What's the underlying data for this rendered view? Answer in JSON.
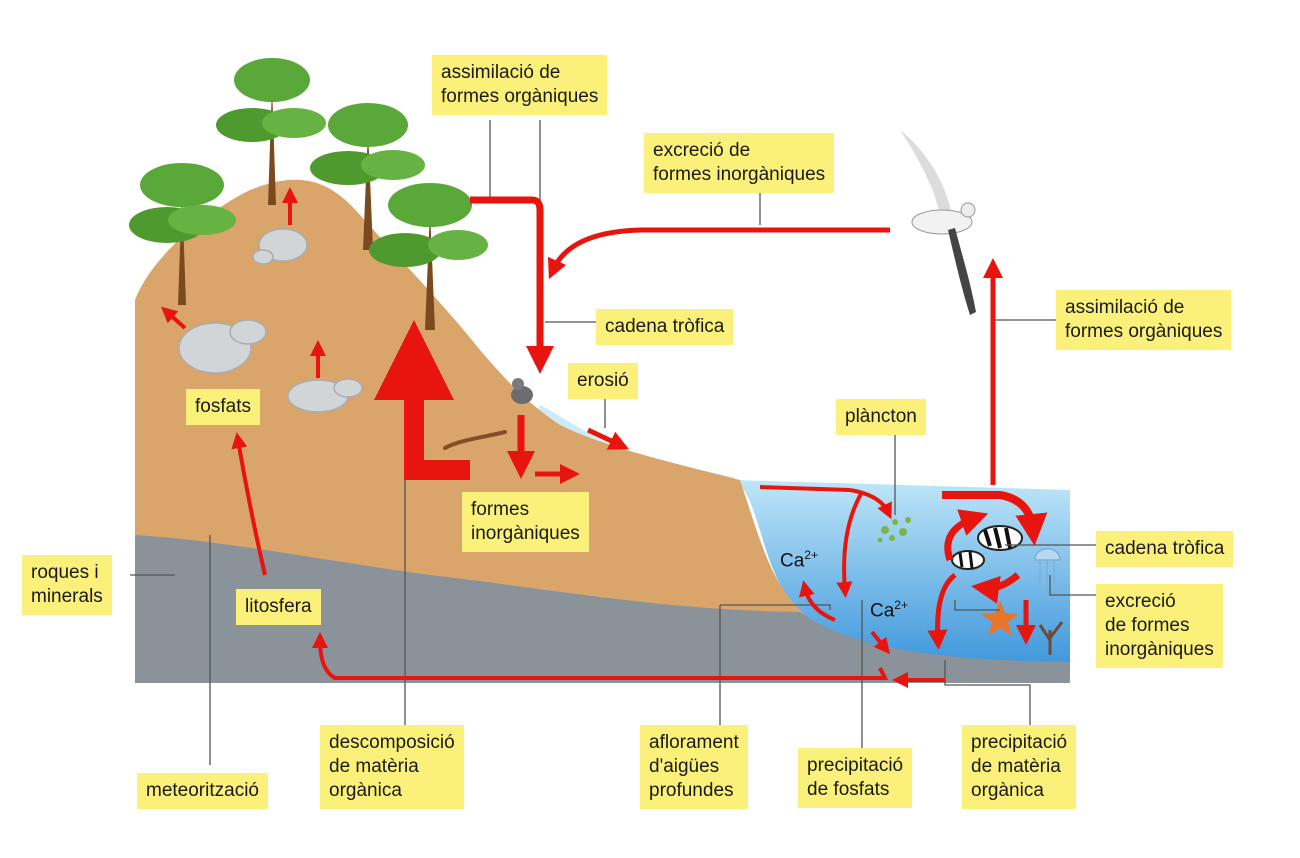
{
  "labels": {
    "assim_top": "assimilació de\nformes orgàniques",
    "excretion_top": "excreció de\nformes inorgàniques",
    "trophic_chain_land": "cadena tròfica",
    "erosion": "erosió",
    "plankton": "plàncton",
    "assim_right": "assimilació de\nformes orgàniques",
    "phosphates": "fosfats",
    "inorganic_forms": "formes\ninorgàniques",
    "trophic_chain_sea": "cadena tròfica",
    "rocks_minerals": "roques i\nminerals",
    "lithosphere": "litosfera",
    "excretion_right": "excreció\nde formes\ninorgàniques",
    "decomposition": "descomposició\nde matèria\norgànica",
    "upwelling": "aflorament\nd'aigües\nprofundes",
    "phosphate_precip": "precipitació\nde fosfats",
    "organic_precip": "precipitació\nde matèria\norgànica",
    "weathering": "meteorització"
  },
  "chem": {
    "ion": "Ca",
    "charge": "2+"
  },
  "colors": {
    "arrow": "#e8150f",
    "soil": "#d9a56b",
    "rock": "#8a9399",
    "water_top": "#bfe6f8",
    "water_bottom": "#3f97dc",
    "label_bg": "#fbf07a",
    "tree": "#5aa83a",
    "trunk": "#7a4a1e"
  },
  "icons": [
    "tree-icon",
    "bird-icon",
    "fish-icon",
    "starfish-icon",
    "jellyfish-icon",
    "plankton-icon",
    "rodent-icon",
    "worm-icon",
    "stone-icon"
  ]
}
